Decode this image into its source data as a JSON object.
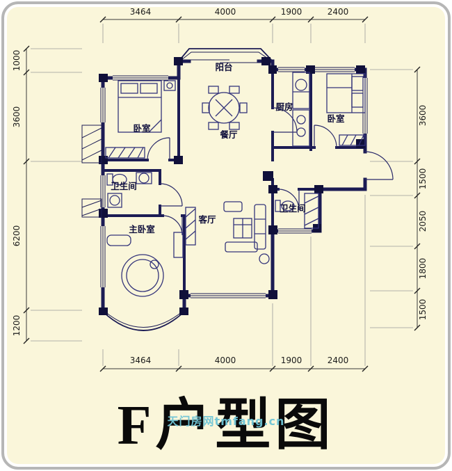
{
  "title": "F户型图",
  "watermark": "天门房网tmfang.cn",
  "dims": {
    "top": [
      "3464",
      "4000",
      "1900",
      "2400"
    ],
    "bottom": [
      "3464",
      "4000",
      "1900",
      "2400"
    ],
    "left": [
      "1000",
      "3600",
      "6200",
      "1200"
    ],
    "right": [
      "3600",
      "1500",
      "2050",
      "1800",
      "1500"
    ]
  },
  "rooms": {
    "balcony": "阳台",
    "bedroom_left": "卧室",
    "dining": "餐厅",
    "kitchen": "厨房",
    "bedroom_right": "卧室",
    "bath_left": "卫生间",
    "living": "客厅",
    "bath_right": "卫生间",
    "master": "主卧室"
  },
  "colors": {
    "wall": "#1c1c54",
    "background": "#faf6da",
    "watermark": "#6fc5d6",
    "frame": "#b6b6b6"
  }
}
